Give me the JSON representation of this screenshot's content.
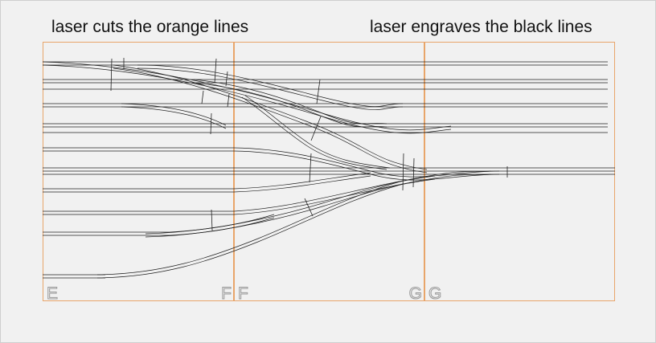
{
  "captions": {
    "cut": "laser cuts the orange lines",
    "engrave": "laser engraves the black lines"
  },
  "panels": [
    {
      "id": "E",
      "left_label": "E",
      "right_label": "F"
    },
    {
      "id": "F",
      "left_label": "F",
      "right_label": "G"
    },
    {
      "id": "G",
      "left_label": "G",
      "right_label": ""
    }
  ],
  "colors": {
    "cut_line": "#e8a56a",
    "engrave_line": "#202020",
    "label_outline": "#9a9a9a",
    "background": "#f1f1f1"
  }
}
